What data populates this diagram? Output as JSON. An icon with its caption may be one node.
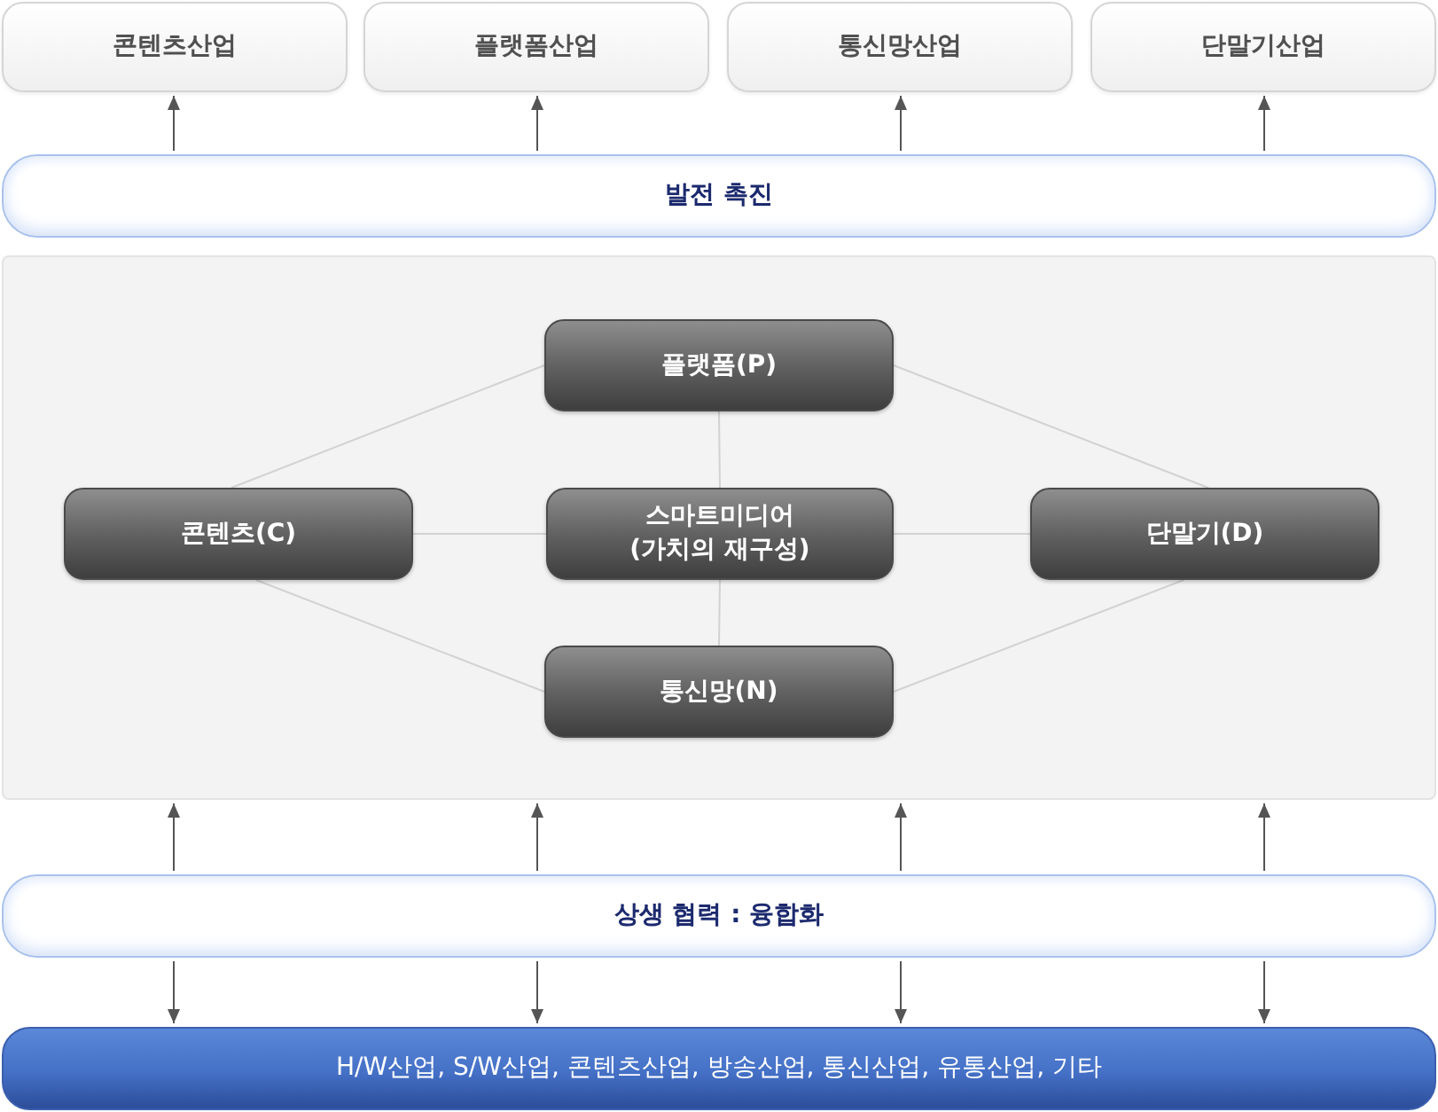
{
  "diagram": {
    "nodes": [
      {
        "text": [
          "콘텐츠산업"
        ]
      },
      {
        "text": [
          "플랫폼산업"
        ]
      },
      {
        "text": [
          "통신망산업"
        ]
      },
      {
        "text": [
          "단말기산업"
        ]
      },
      {
        "text": [
          "발전 촉진"
        ]
      },
      {
        "text": [],
        "shape": "box"
      },
      {
        "text": [
          "플랫폼(P)"
        ],
        "in": 5
      },
      {
        "text": [
          "콘텐츠(C)"
        ],
        "in": 5
      },
      {
        "text": [
          "스마트미디어 (가치의 재구성)"
        ],
        "in": 5
      },
      {
        "text": [
          "단말기(D)"
        ],
        "in": 5
      },
      {
        "text": [
          "통신망(N)"
        ],
        "in": 5
      },
      {
        "text": [
          "상생 협력 : 융합화"
        ]
      },
      {
        "text": [
          "H/W산업, S/W산업, 콘텐츠산업, 방송산업, 통신산업, 유통산업, 기타"
        ]
      }
    ],
    "edges": [
      {
        "from": 4,
        "to": 0,
        "arrow": "to"
      },
      {
        "from": 4,
        "to": 1,
        "arrow": "to"
      },
      {
        "from": 4,
        "to": 2,
        "arrow": "to"
      },
      {
        "from": 4,
        "to": 3,
        "arrow": "to"
      },
      {
        "from": 7,
        "to": 6,
        "arrow": "none",
        "color": "#d2d2d2"
      },
      {
        "from": 6,
        "to": 9,
        "arrow": "none",
        "color": "#d2d2d2"
      },
      {
        "from": 7,
        "to": 8,
        "arrow": "none",
        "color": "#d2d2d2"
      },
      {
        "from": 6,
        "to": 8,
        "arrow": "none",
        "color": "#d2d2d2"
      },
      {
        "from": 8,
        "to": 9,
        "arrow": "none",
        "color": "#d2d2d2"
      },
      {
        "from": 8,
        "to": 10,
        "arrow": "none",
        "color": "#d2d2d2"
      },
      {
        "from": 7,
        "to": 10,
        "arrow": "none",
        "color": "#d2d2d2"
      },
      {
        "from": 10,
        "to": 9,
        "arrow": "none",
        "color": "#d2d2d2"
      },
      {
        "from": 11,
        "to": 5,
        "arrow": "to"
      },
      {
        "from": 11,
        "to": 5,
        "arrow": "to"
      },
      {
        "from": 11,
        "to": 5,
        "arrow": "to"
      },
      {
        "from": 11,
        "to": 5,
        "arrow": "to"
      },
      {
        "from": 11,
        "to": 12,
        "arrow": "to"
      },
      {
        "from": 11,
        "to": 12,
        "arrow": "to"
      },
      {
        "from": 11,
        "to": 12,
        "arrow": "to"
      },
      {
        "from": 11,
        "to": 12,
        "arrow": "to"
      }
    ]
  }
}
